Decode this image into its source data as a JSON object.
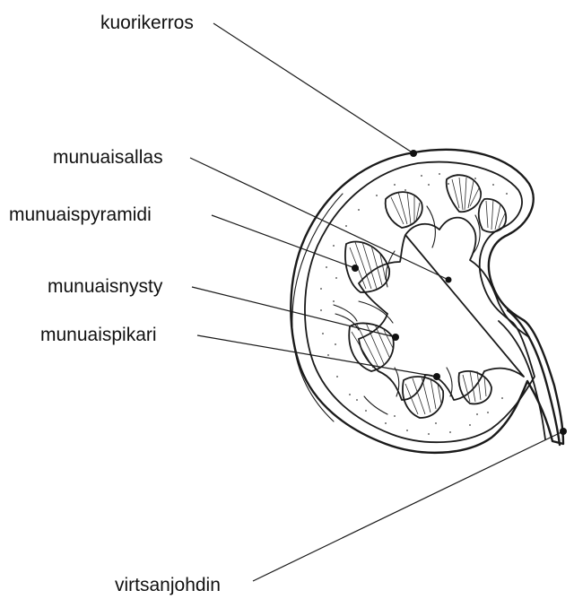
{
  "diagram": {
    "labels": {
      "cortex": "kuorikerros",
      "pelvis": "munuaisallas",
      "pyramid": "munuaispyramidi",
      "papilla": "munuaisnysty",
      "calyx": "munuaispikari",
      "ureter": "virtsanjohdin"
    }
  }
}
